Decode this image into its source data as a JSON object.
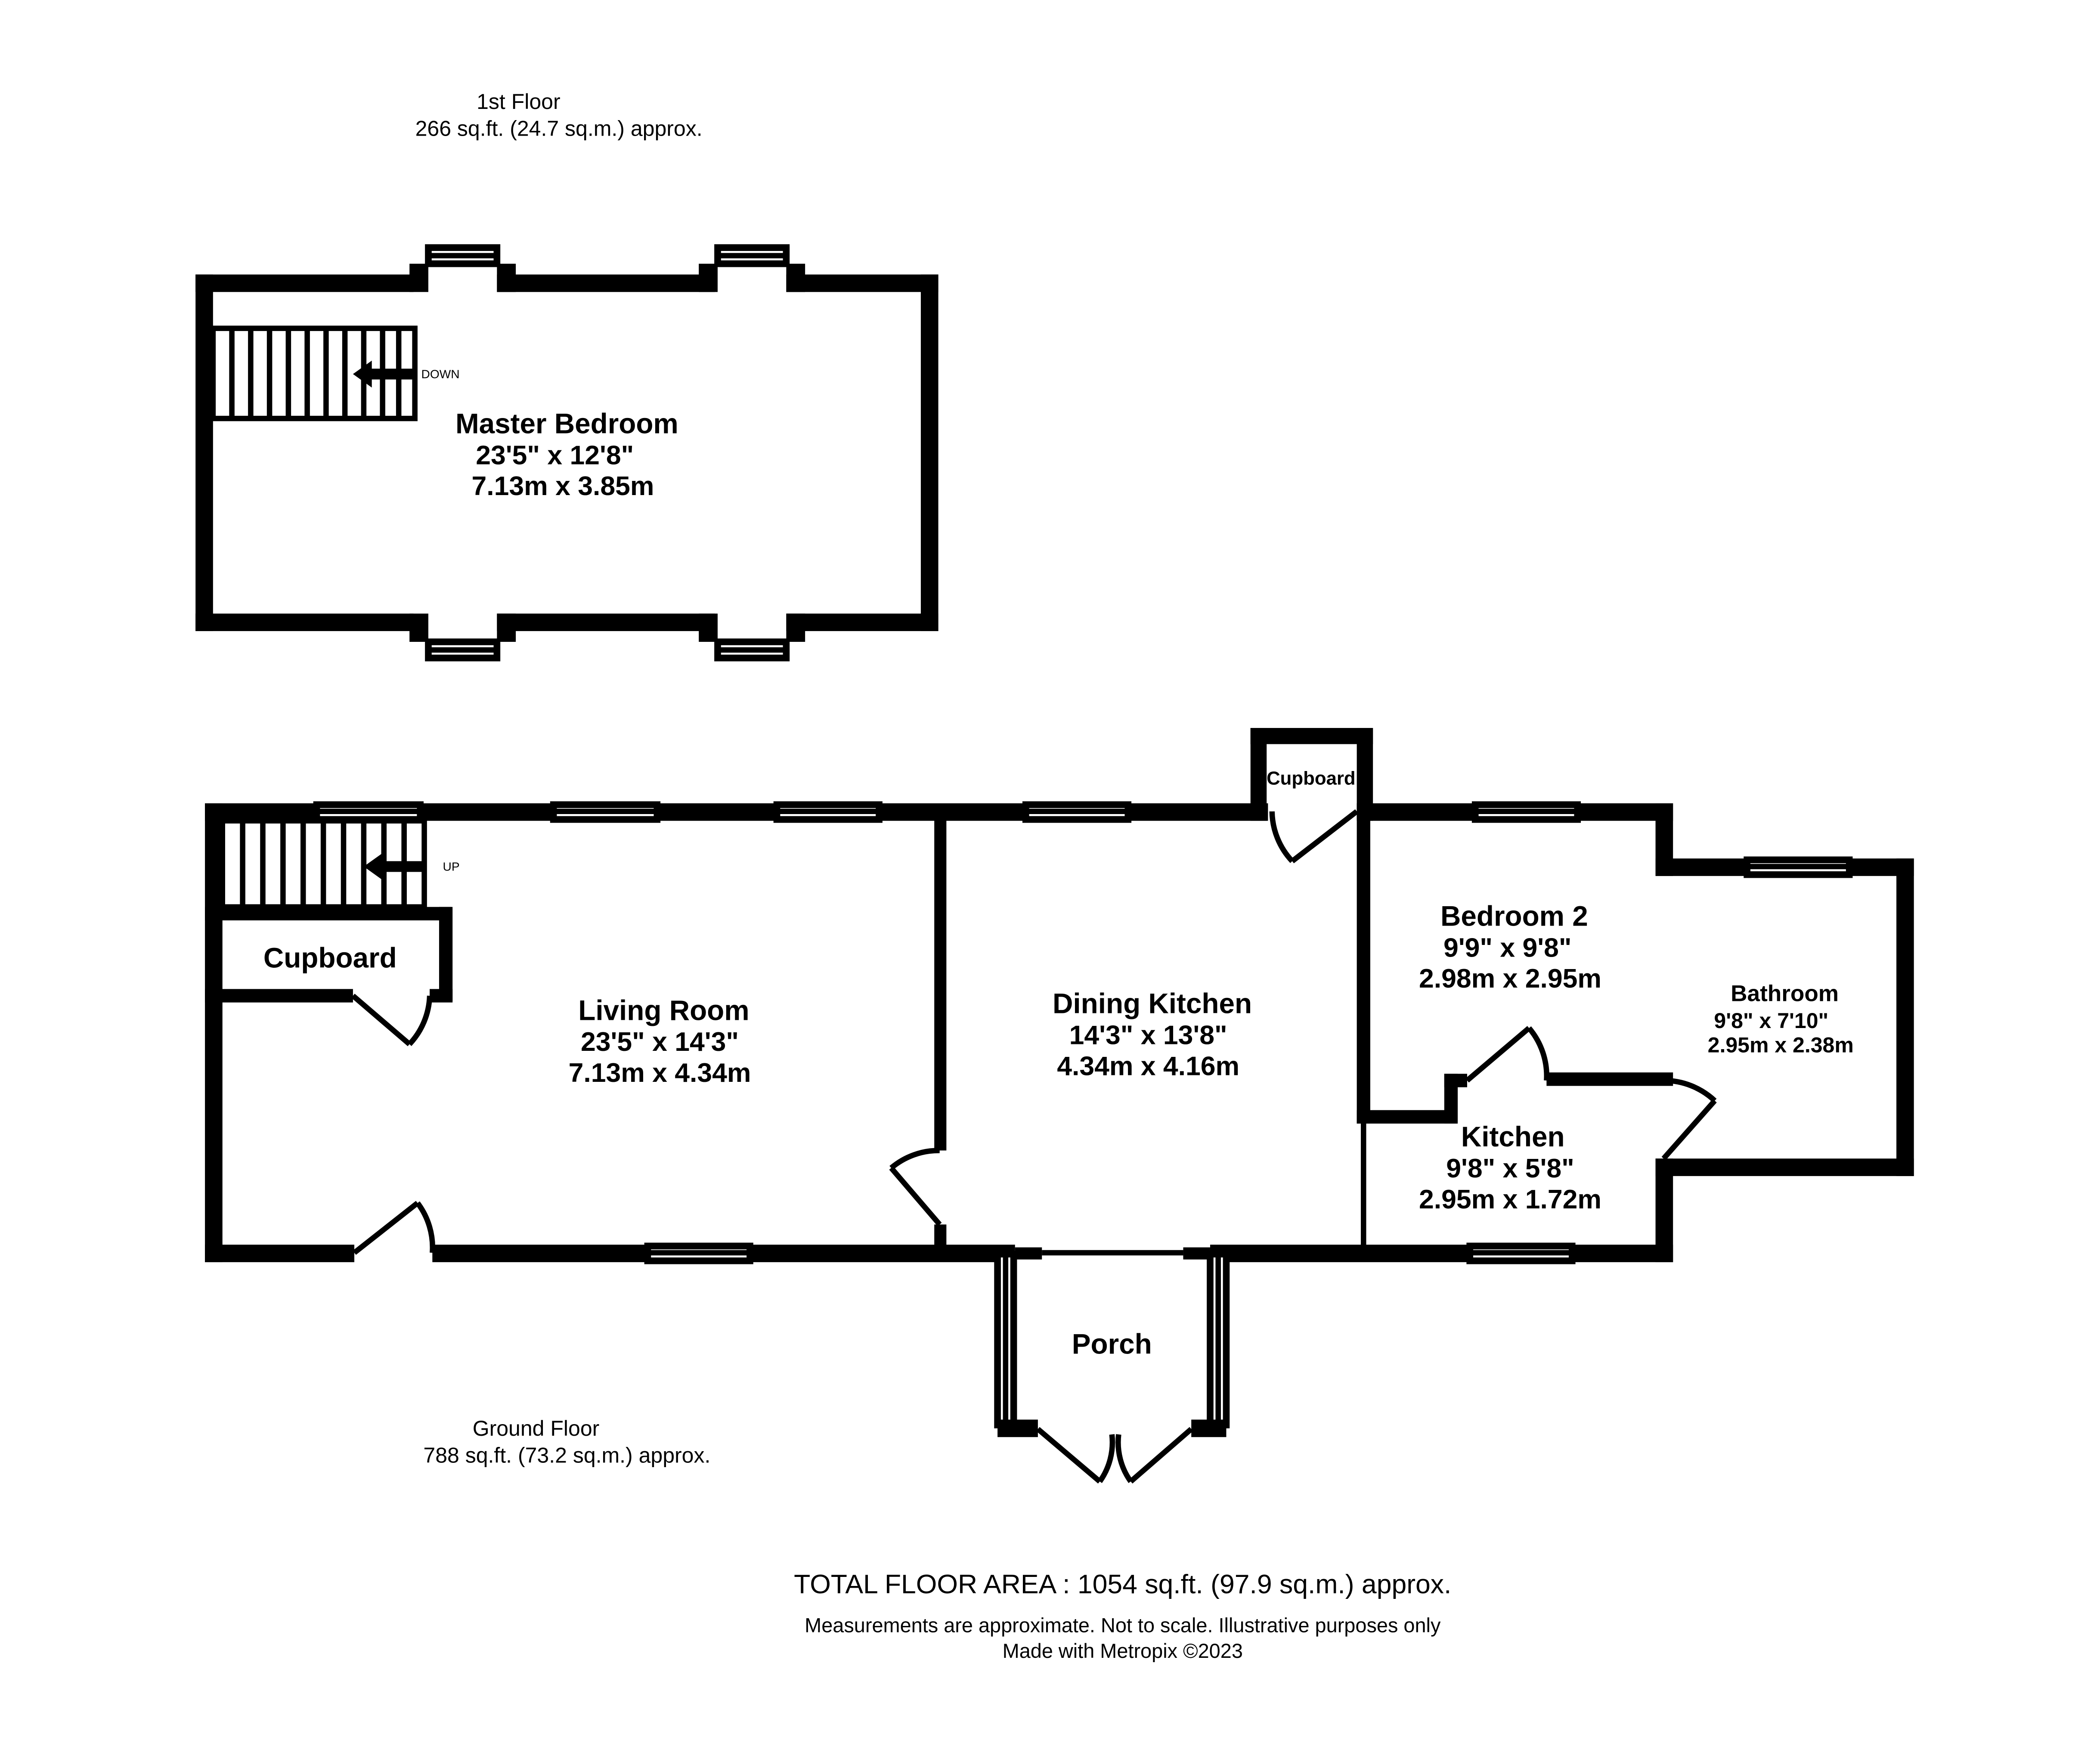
{
  "floors": {
    "first": {
      "title": "1st Floor",
      "area": "266 sq.ft. (24.7 sq.m.) approx."
    },
    "ground": {
      "title": "Ground Floor",
      "area": "788 sq.ft. (73.2 sq.m.) approx."
    }
  },
  "rooms": {
    "master_bedroom": {
      "name": "Master Bedroom",
      "imperial": "23'5\"  x 12'8\"",
      "metric": "7.13m  x 3.85m"
    },
    "living_room": {
      "name": "Living Room",
      "imperial": "23'5\"  x 14'3\"",
      "metric": "7.13m  x 4.34m"
    },
    "dining_kitchen": {
      "name": "Dining Kitchen",
      "imperial": "14'3\"  x 13'8\"",
      "metric": "4.34m  x 4.16m"
    },
    "bedroom_2": {
      "name": "Bedroom 2",
      "imperial": "9'9\"  x 9'8\"",
      "metric": "2.98m  x 2.95m"
    },
    "bathroom": {
      "name": "Bathroom",
      "imperial": "9'8\"  x 7'10\"",
      "metric": "2.95m  x 2.38m"
    },
    "kitchen": {
      "name": "Kitchen",
      "imperial": "9'8\"  x 5'8\"",
      "metric": "2.95m  x 1.72m"
    },
    "porch": {
      "name": "Porch"
    },
    "cupboard_living": {
      "name": "Cupboard"
    },
    "cupboard_kitchen": {
      "name": "Cupboard"
    }
  },
  "stairs": {
    "first_label": "DOWN",
    "ground_label": "UP"
  },
  "footer": {
    "total": "TOTAL FLOOR AREA : 1054 sq.ft. (97.9 sq.m.) approx.",
    "disclaimer": "Measurements are approximate.  Not to scale.  Illustrative purposes only",
    "credit": "Made with Metropix ©2023"
  }
}
